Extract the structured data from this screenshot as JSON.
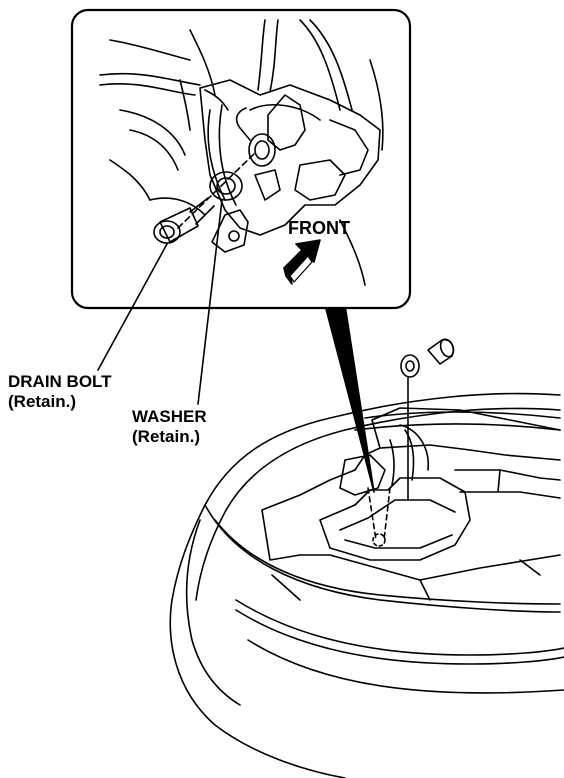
{
  "labels": {
    "front": "FRONT",
    "drain_bolt": "DRAIN BOLT",
    "drain_bolt_note": "(Retain.)",
    "washer": "WASHER",
    "washer_note": "(Retain.)"
  },
  "colors": {
    "ink": "#000000",
    "paper": "#ffffff"
  }
}
